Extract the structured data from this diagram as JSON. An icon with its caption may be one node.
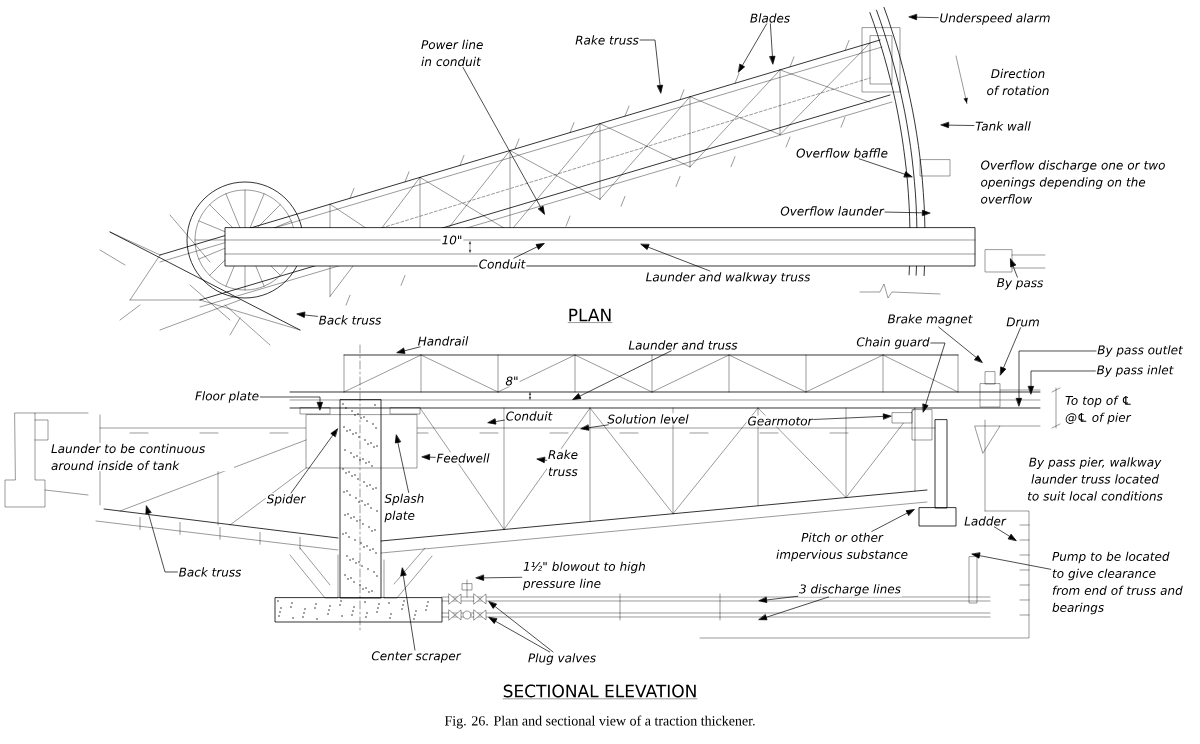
{
  "diagram": {
    "caption": "Fig. 26. Plan and sectional view of a traction thickener.",
    "nodes": [
      {
        "text": [
          "Blades"
        ]
      },
      {
        "text": [
          "Rake truss"
        ]
      },
      {
        "text": [
          "Power line in conduit"
        ]
      },
      {
        "text": [
          "Underspeed alarm"
        ]
      },
      {
        "text": [
          "Tank wall"
        ]
      },
      {
        "text": [
          "Overflow baffle"
        ]
      },
      {
        "text": [
          "Overflow launder"
        ]
      },
      {
        "text": [
          "Conduit"
        ]
      },
      {
        "text": [
          "Launder and walkway truss"
        ]
      },
      {
        "text": [
          "By pass"
        ]
      },
      {
        "text": [
          "Back truss"
        ]
      },
      {
        "text": [
          "Handrail"
        ]
      },
      {
        "text": [
          "Launder and truss"
        ]
      },
      {
        "text": [
          "Brake magnet"
        ]
      },
      {
        "text": [
          "Drum"
        ]
      },
      {
        "text": [
          "Chain guard"
        ]
      },
      {
        "text": [
          "By pass outlet"
        ]
      },
      {
        "text": [
          "By pass inlet"
        ]
      },
      {
        "text": [
          "Floor plate"
        ]
      },
      {
        "text": [
          "Conduit"
        ]
      },
      {
        "text": [
          "Solution level"
        ]
      },
      {
        "text": [
          "Gearmotor"
        ]
      },
      {
        "text": [
          "Feedwell"
        ]
      },
      {
        "text": [
          "Rake truss"
        ]
      },
      {
        "text": [
          "Spider"
        ]
      },
      {
        "text": [
          "Splash plate"
        ]
      },
      {
        "text": [
          "Ladder"
        ]
      },
      {
        "text": [
          "Pitch or other impervious substance"
        ]
      },
      {
        "text": [
          "Back truss"
        ]
      },
      {
        "text": [
          "1½\" blowout to high pressure line"
        ]
      },
      {
        "text": [
          "Pump to be located to give clearance from end of truss and bearings"
        ]
      },
      {
        "text": [
          "3 discharge lines"
        ]
      },
      {
        "text": [
          "Center scraper"
        ]
      },
      {
        "text": [
          "Plug valves"
        ]
      }
    ],
    "edges": [
      {
        "from": 0,
        "to": null,
        "arrow": "to"
      },
      {
        "from": 0,
        "to": null,
        "arrow": "to"
      },
      {
        "from": 1,
        "to": null,
        "arrow": "to"
      },
      {
        "from": 2,
        "to": null,
        "arrow": "to"
      },
      {
        "from": 3,
        "to": null,
        "arrow": "to"
      },
      {
        "from": 4,
        "to": null,
        "arrow": "to"
      },
      {
        "from": 5,
        "to": null,
        "arrow": "to"
      },
      {
        "from": 6,
        "to": null,
        "arrow": "to"
      },
      {
        "from": 7,
        "to": null,
        "arrow": "to"
      },
      {
        "from": 8,
        "to": null,
        "arrow": "to"
      },
      {
        "from": 9,
        "to": null,
        "arrow": "to"
      },
      {
        "from": 10,
        "to": null,
        "arrow": "to"
      },
      {
        "from": 11,
        "to": null,
        "arrow": "to"
      },
      {
        "from": 12,
        "to": null,
        "arrow": "to"
      },
      {
        "from": 13,
        "to": null,
        "arrow": "to"
      },
      {
        "from": 14,
        "to": null,
        "arrow": "to"
      },
      {
        "from": 15,
        "to": null,
        "arrow": "to"
      },
      {
        "from": 16,
        "to": null,
        "arrow": "to"
      },
      {
        "from": 17,
        "to": null,
        "arrow": "to"
      },
      {
        "from": 18,
        "to": null,
        "arrow": "to"
      },
      {
        "from": 19,
        "to": null,
        "arrow": "to"
      },
      {
        "from": 20,
        "to": null,
        "arrow": "to"
      },
      {
        "from": 21,
        "to": null,
        "arrow": "to"
      },
      {
        "from": 22,
        "to": null,
        "arrow": "to"
      },
      {
        "from": 23,
        "to": null,
        "arrow": "to"
      },
      {
        "from": 24,
        "to": null,
        "arrow": "to"
      },
      {
        "from": 25,
        "to": null,
        "arrow": "to"
      },
      {
        "from": 26,
        "to": null,
        "arrow": "to"
      },
      {
        "from": 27,
        "to": null,
        "arrow": "to"
      },
      {
        "from": 28,
        "to": null,
        "arrow": "to"
      },
      {
        "from": 29,
        "to": null,
        "arrow": "to"
      },
      {
        "from": 30,
        "to": null,
        "arrow": "to"
      },
      {
        "from": 31,
        "to": null,
        "arrow": "to"
      },
      {
        "from": 31,
        "to": null,
        "arrow": "to"
      },
      {
        "from": 32,
        "to": null,
        "arrow": "to"
      },
      {
        "from": 33,
        "to": null,
        "arrow": "to"
      },
      {
        "from": 33,
        "to": null,
        "arrow": "to"
      }
    ],
    "labels": [
      "10\"",
      "Direction of rotation",
      "Overflow discharge one or two openings depending on the overflow",
      "PLAN",
      "8\"",
      "To top of ℄ @℄ of pier",
      "Launder to be continuous around inside of tank",
      "By pass pier, walkway launder truss located to suit local conditions",
      "SECTIONAL ELEVATION"
    ]
  }
}
